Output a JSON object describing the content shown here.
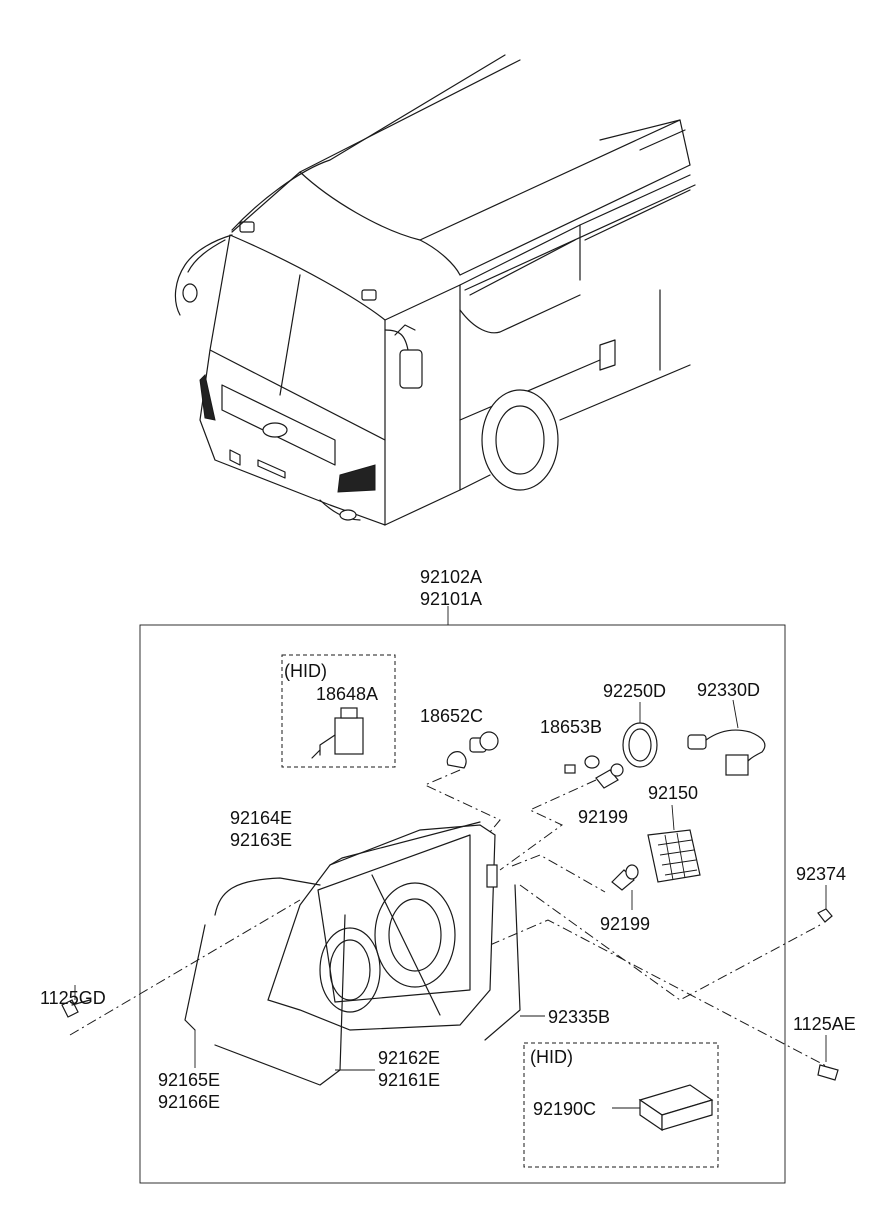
{
  "assembly": {
    "part_a": "92102A",
    "part_b": "92101A"
  },
  "hid_box_top": {
    "title": "(HID)",
    "part": "18648A"
  },
  "hid_box_bottom": {
    "title": "(HID)",
    "part": "92190C"
  },
  "parts": {
    "bulb_small": "18652C",
    "socket_small": "18653B",
    "retainer": "92250D",
    "harness": "92330D",
    "bulb_h1": "92199",
    "cover": "92150",
    "bulb_h2": "92199",
    "seal_top_a": "92164E",
    "seal_top_b": "92163E",
    "screw_left": "1125GD",
    "seal_left_a": "92165E",
    "seal_left_b": "92166E",
    "seal_bottom_a": "92162E",
    "seal_bottom_b": "92161E",
    "seal_side": "92335B",
    "nut": "92374",
    "screw_right": "1125AE"
  }
}
